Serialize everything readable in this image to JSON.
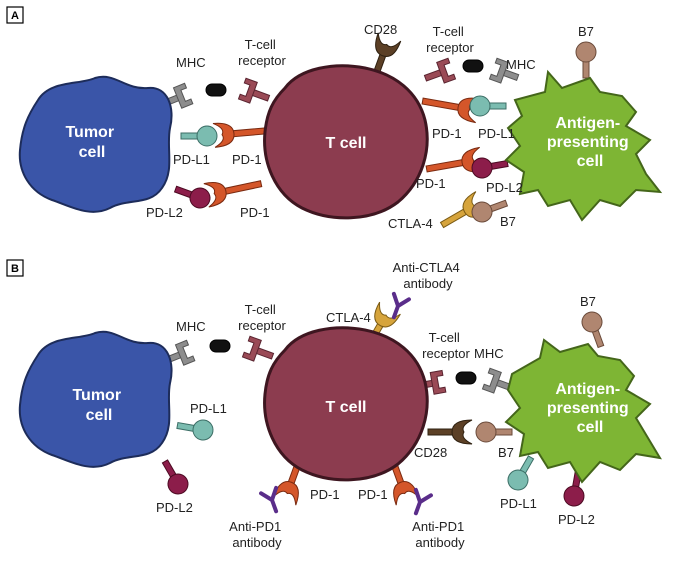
{
  "panels": [
    {
      "letter": "A",
      "tumor_cell": "Tumor\ncell",
      "t_cell": "T cell",
      "apc": "Antigen-\npresenting\ncell",
      "labels": {
        "mhc_left": "MHC",
        "tcr_left": "T-cell\nreceptor",
        "cd28": "CD28",
        "tcr_right": "T-cell\nreceptor",
        "mhc_right": "MHC",
        "b7_top": "B7",
        "pdl1_left": "PD-L1",
        "pd1_left_upper": "PD-1",
        "pdl2_left": "PD-L2",
        "pd1_left_lower": "PD-1",
        "pd1_right_upper": "PD-1",
        "pdl1_right": "PD-L1",
        "pd1_right_lower": "PD-1",
        "pdl2_right": "PD-L2",
        "ctla4": "CTLA-4",
        "b7_bottom": "B7"
      }
    },
    {
      "letter": "B",
      "tumor_cell": "Tumor\ncell",
      "t_cell": "T cell",
      "apc": "Antigen-\npresenting\ncell",
      "labels": {
        "mhc_left": "MHC",
        "tcr_left": "T-cell\nreceptor",
        "anti_ctla4": "Anti-CTLA4\nantibody",
        "ctla4": "CTLA-4",
        "b7_top": "B7",
        "tcr_right": "T-cell\nreceptor",
        "mhc_right": "MHC",
        "pdl1_left": "PD-L1",
        "pdl2_left": "PD-L2",
        "cd28": "CD28",
        "b7_mid": "B7",
        "pd1_a": "PD-1",
        "pd1_b": "PD-1",
        "anti_pd1_a": "Anti-PD1\nantibody",
        "anti_pd1_b": "Anti-PD1\nantibody",
        "pdl1_right": "PD-L1",
        "pdl2_right": "PD-L2"
      }
    }
  ],
  "colors": {
    "tumor": "#3a55a8",
    "t_cell": "#8c3c4f",
    "apc": "#7eb534",
    "mhc": "#8d8d8d",
    "tcr": "#9a4a56",
    "pd1": "#d4562a",
    "pdl1": "#7bbcb0",
    "pdl2": "#8c1d4a",
    "b7": "#b08670",
    "cd28": "#5c4026",
    "ctla4": "#d6a43c",
    "antibody": "#5a2d8a",
    "antigen": "#111111"
  }
}
